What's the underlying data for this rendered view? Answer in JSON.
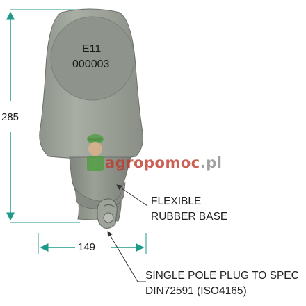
{
  "lamp": {
    "approval_mark": "E11",
    "approval_number": "000003"
  },
  "dimensions": {
    "height_label": "285",
    "width_label": "149"
  },
  "callouts": {
    "base_line1": "FLEXIBLE",
    "base_line2": "RUBBER BASE",
    "plug_line1": "SINGLE POLE PLUG TO SPEC",
    "plug_line2": "DIN72591 (ISO4165)"
  },
  "watermark": {
    "text_main": "agropomoc",
    "text_tld": ".pl",
    "color_main": "#c0392b",
    "color_tld": "#8a8a8a"
  },
  "colors": {
    "dimension_line": "#1d9a8a",
    "lamp_body": "#9aa096",
    "lamp_lens": "#8c918a",
    "lamp_outline": "#6b6f68"
  }
}
